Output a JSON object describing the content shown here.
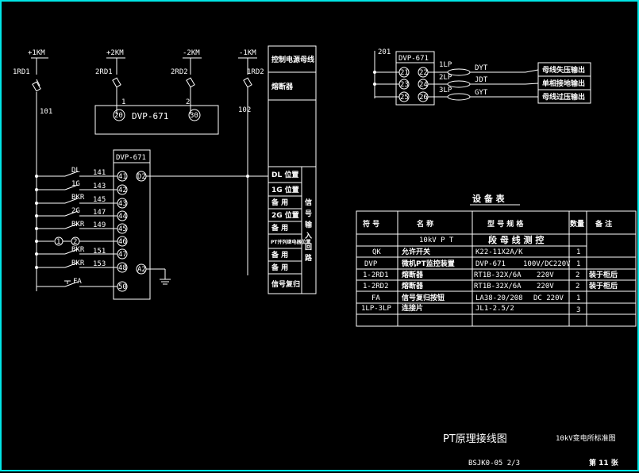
{
  "left": {
    "bus_labels": [
      "+1KM",
      "+2KM",
      "-2KM",
      "-1KM"
    ],
    "fuse_labels": [
      "1RD1",
      "2RD1",
      "2RD2",
      "1RD2"
    ],
    "wire_labels": [
      "101",
      "102"
    ],
    "dvp_top": {
      "title": "DVP-671",
      "term1": "20",
      "term2": "30",
      "pin1": "1",
      "pin2": "2"
    },
    "dvp_main": {
      "title": "DVP-671",
      "right_term": "D2",
      "ground_term": "A2",
      "rows": [
        {
          "name": "DL",
          "num": "141",
          "term": "41"
        },
        {
          "name": "1G",
          "num": "143",
          "term": "42"
        },
        {
          "name": "BKR",
          "num": "145",
          "term": "43"
        },
        {
          "name": "2G",
          "num": "147",
          "term": "44"
        },
        {
          "name": "BKR",
          "num": "149",
          "term": "45"
        },
        {
          "name": "",
          "num": "",
          "term": "46"
        },
        {
          "name": "BKR",
          "num": "151",
          "term": "47"
        },
        {
          "name": "BKR",
          "num": "153",
          "term": "48"
        },
        {
          "name": "FA",
          "num": "",
          "term": "50"
        }
      ],
      "circle_labels": [
        "1",
        "2"
      ]
    },
    "func_panel": {
      "row1": "控制电源母线",
      "row2": "熔断器",
      "items": [
        "DL 位置",
        "1G 位置",
        "备 用",
        "2G 位置",
        "备 用",
        "PT并列继电器位置",
        "备 用",
        "备 用",
        "信号复归"
      ],
      "side": [
        "信",
        "号",
        "输",
        "入",
        "回",
        "路"
      ]
    }
  },
  "right_top": {
    "label": "201",
    "dvp": {
      "title": "DVP-671",
      "terms": [
        "21",
        "23",
        "25"
      ],
      "terms2": [
        "22",
        "24",
        "26"
      ]
    },
    "lp": [
      "1LP",
      "2LP",
      "3LP"
    ],
    "sig": [
      "DYT",
      "JDT",
      "GYT"
    ],
    "outputs": [
      "母线失压输出",
      "单相接地输出",
      "母线过压输出"
    ]
  },
  "table": {
    "title": "设 备 表",
    "headers": [
      "符 号",
      "名 称",
      "型 号 规 格",
      "数量",
      "备 注"
    ],
    "section_left": "10kV P T",
    "section_right": "段 母 线 测 控",
    "rows": [
      [
        "QK",
        "允许开关",
        "K22-11X2A/K",
        "",
        "1",
        ""
      ],
      [
        "DVP",
        "微机PT监控装置",
        "DVP-671",
        "100V/DC220V",
        "1",
        ""
      ],
      [
        "1-2RD1",
        "熔断器",
        "RT1B-32X/6A",
        "220V",
        "2",
        "装于柜后"
      ],
      [
        "1-2RD2",
        "熔断器",
        "RT1B-32X/6A",
        "220V",
        "2",
        "装于柜后"
      ],
      [
        "FA",
        "信号复归按钮",
        "LA38-20/208",
        "DC 220V",
        "1",
        ""
      ],
      [
        "1LP-3LP",
        "连接片",
        "JL1-2.5/2",
        "",
        "3",
        ""
      ]
    ]
  },
  "footer": {
    "title": "PT原理接线图",
    "std": "10kV变电所标准图",
    "code": "BSJK0-05 2/3",
    "page": "第 11 张"
  }
}
